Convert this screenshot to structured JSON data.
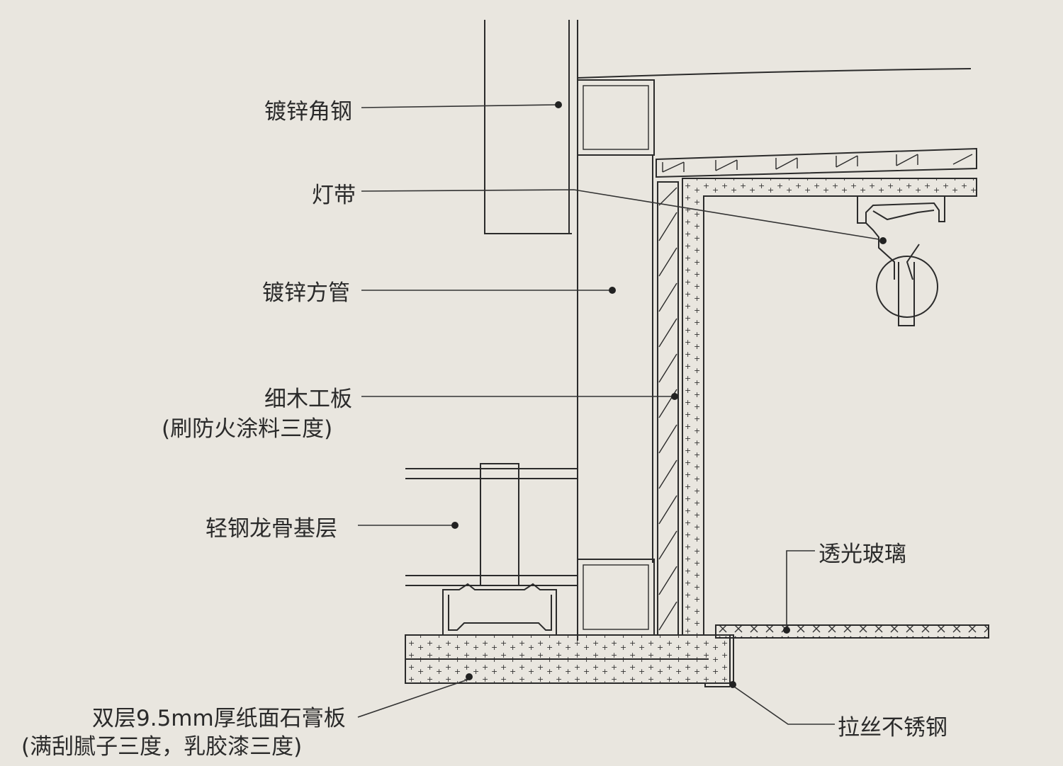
{
  "labels": {
    "angle_steel": "镀锌角钢",
    "light_strip": "灯带",
    "square_tube": "镀锌方管",
    "blockboard": "细木工板",
    "blockboard_note": "(刷防火涂料三度)",
    "light_steel_keel": "轻钢龙骨基层",
    "translucent_glass": "透光玻璃",
    "gypsum_board": "双层9.5mm厚纸面石膏板",
    "gypsum_board_note": "(满刮腻子三度，乳胶漆三度)",
    "brushed_stainless": "拉丝不锈钢"
  },
  "colors": {
    "background": "#e9e6df",
    "line": "#2b2b2b",
    "text": "#2a2a2a"
  }
}
